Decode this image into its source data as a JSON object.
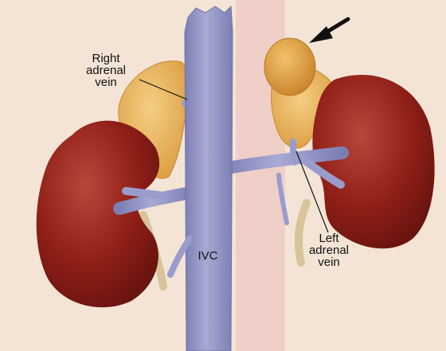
{
  "labels": {
    "right_adrenal_vein": [
      "Right",
      "adrenal",
      "vein"
    ],
    "left_adrenal_vein": [
      "Left",
      "adrenal",
      "vein"
    ],
    "ivc": "IVC"
  },
  "colors": {
    "background": "#f4e4d6",
    "aorta_band": "#f0cfc8",
    "kidney": "#8f1f17",
    "kidney_highlight": "#b8473a",
    "adrenal": "#e9b45a",
    "adrenal_mass": "#e0a03a",
    "vein": "#9a9ccc",
    "vein_dark": "#7c7fb4",
    "ureter": "#d8c49a",
    "arrow": "#111111"
  },
  "icons": {
    "pointer": "arrow-icon"
  }
}
